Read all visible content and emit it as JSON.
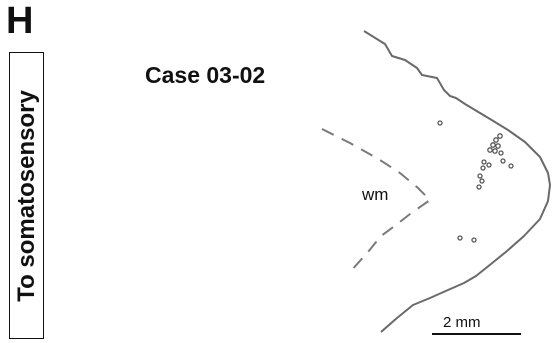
{
  "panel": {
    "letter": "H"
  },
  "side_label": "To somatosensory",
  "case_title": "Case 03-02",
  "region_label": "wm",
  "scale_bar": {
    "label": "2 mm"
  },
  "colors": {
    "outline": "#6a6a6a",
    "dashed_boundary": "#7a7a7a",
    "cells": "#555555",
    "text": "#111111"
  },
  "cells_plotted": 18
}
